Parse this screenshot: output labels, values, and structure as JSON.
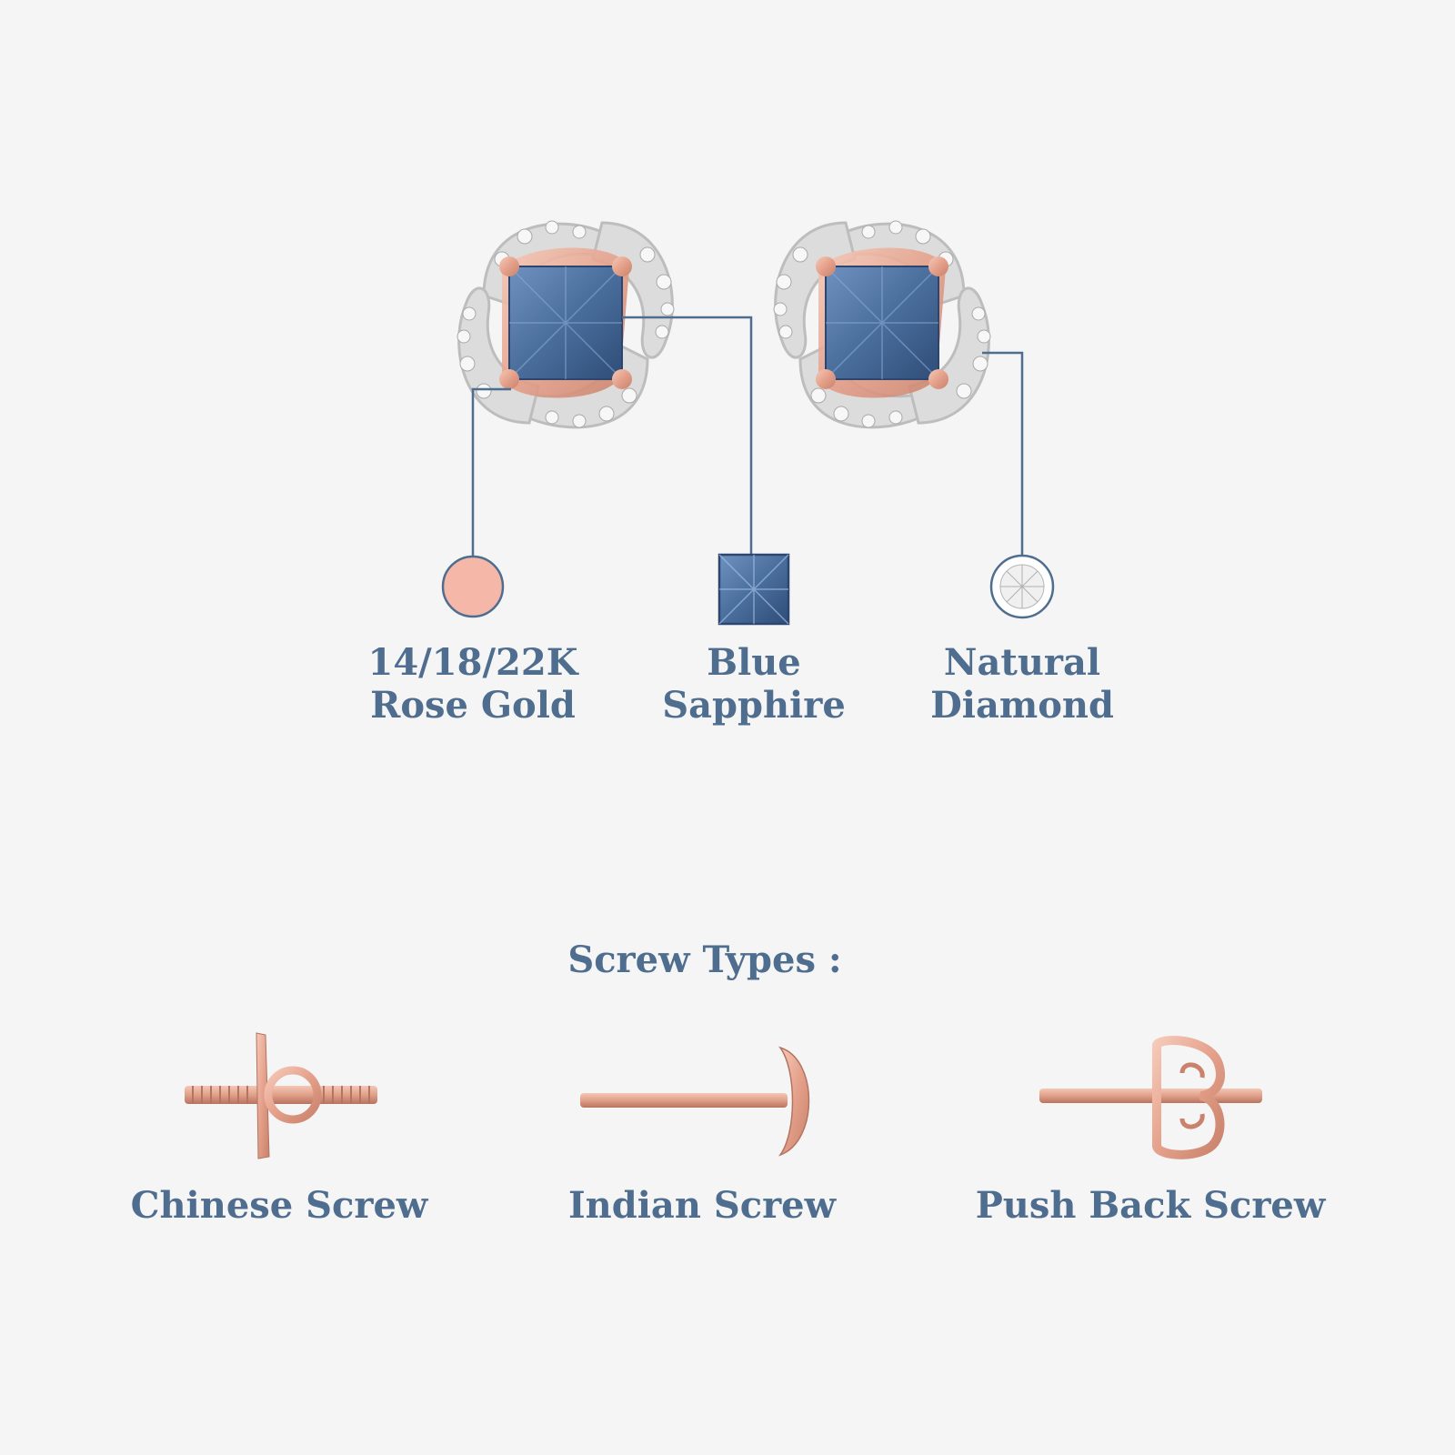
{
  "materials": [
    {
      "line1": "14/18/22K",
      "line2": "Rose Gold",
      "icon": "rose-gold-swatch-icon",
      "color": "#f5b8a8"
    },
    {
      "line1": "Blue",
      "line2": "Sapphire",
      "icon": "sapphire-swatch-icon",
      "color": "#4a6e9c"
    },
    {
      "line1": "Natural",
      "line2": "Diamond",
      "icon": "diamond-swatch-icon",
      "color": "#ffffff"
    }
  ],
  "screws": {
    "title": "Screw Types :",
    "items": [
      {
        "label": "Chinese Screw",
        "icon": "chinese-screw-icon"
      },
      {
        "label": "Indian Screw",
        "icon": "indian-screw-icon"
      },
      {
        "label": "Push Back Screw",
        "icon": "push-back-screw-icon"
      }
    ]
  },
  "colors": {
    "text": "#4f6d8e",
    "callout_line": "#4f6d8e",
    "rose_gold": "#e8a894",
    "sapphire": "#4a6e9c",
    "background": "#f5f5f5"
  }
}
